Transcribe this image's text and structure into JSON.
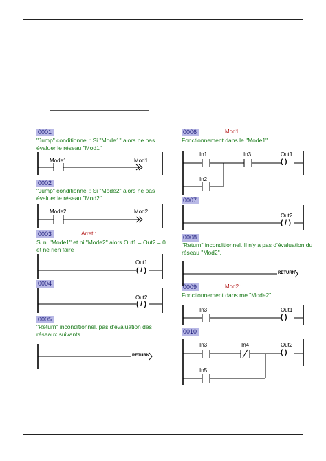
{
  "networks": {
    "n0001": {
      "id": "0001",
      "comment": "\"Jump\" conditionnel : Si \"Mode1\" alors ne pas\névaluer le réseau \"Mod1\"",
      "contact": "Mode1",
      "jump": "Mod1"
    },
    "n0002": {
      "id": "0002",
      "comment": "\"Jump\" conditionnel : Si \"Mode2\" alors ne pas\névaluer le réseau \"Mod2\"",
      "contact": "Mode2",
      "jump": "Mod2"
    },
    "n0003": {
      "id": "0003",
      "label": "Arret :",
      "comment": "Si ni \"Mode1\" et ni \"Mode2\" alors Out1 = Out2 = 0\net ne rien faire",
      "coil": "Out1",
      "coil_symbol": "( / )"
    },
    "n0004": {
      "id": "0004",
      "coil": "Out2",
      "coil_symbol": "( / )"
    },
    "n0005": {
      "id": "0005",
      "comment": "\"Return\" inconditionnel. pas d'évaluation des\nréseaux suivants.",
      "return": "RETURN"
    },
    "n0006": {
      "id": "0006",
      "label": "Mod1 :",
      "comment": "Fonctionnement dans le \"Mode1\"",
      "contact1": "In1",
      "contact2": "In3",
      "contact3": "In2",
      "coil": "Out1",
      "coil_symbol": "(   )"
    },
    "n0007": {
      "id": "0007",
      "coil": "Out2",
      "coil_symbol": "( / )"
    },
    "n0008": {
      "id": "0008",
      "comment": "\"Return\" inconditionnel. Il n'y a pas d'évaluation du\nréseau \"Mod2\".",
      "return": "RETURN"
    },
    "n0009": {
      "id": "0009",
      "label": "Mod2 :",
      "comment": "Fonctionnement dans me \"Mode2\"",
      "contact": "In3",
      "coil": "Out1",
      "coil_symbol": "(   )"
    },
    "n0010": {
      "id": "0010",
      "contact1": "In3",
      "contact2": "In4",
      "contact3": "In5",
      "coil": "Out2",
      "coil_symbol": "(   )"
    }
  },
  "colors": {
    "header_bg": "#b9b9e6",
    "comment": "#1a7a1a",
    "label": "#b01010"
  }
}
